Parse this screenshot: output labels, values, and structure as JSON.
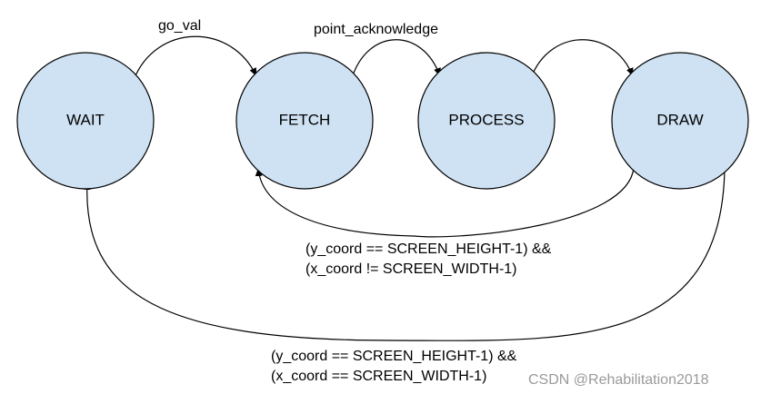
{
  "states": {
    "wait": "WAIT",
    "fetch": "FETCH",
    "process": "PROCESS",
    "draw": "DRAW"
  },
  "transitions": {
    "wait_to_fetch": "go_val",
    "fetch_to_process": "point_acknowledge",
    "draw_to_fetch_line1": "(y_coord == SCREEN_HEIGHT-1) &&",
    "draw_to_fetch_line2": "(x_coord != SCREEN_WIDTH-1)",
    "draw_to_wait_line1": "(y_coord == SCREEN_HEIGHT-1) &&",
    "draw_to_wait_line2": "(x_coord == SCREEN_WIDTH-1)"
  },
  "watermark": "CSDN @Rehabilitation2018",
  "colors": {
    "state_fill": "#cfe2f3",
    "stroke": "#000000",
    "watermark": "#9a9a9a"
  }
}
